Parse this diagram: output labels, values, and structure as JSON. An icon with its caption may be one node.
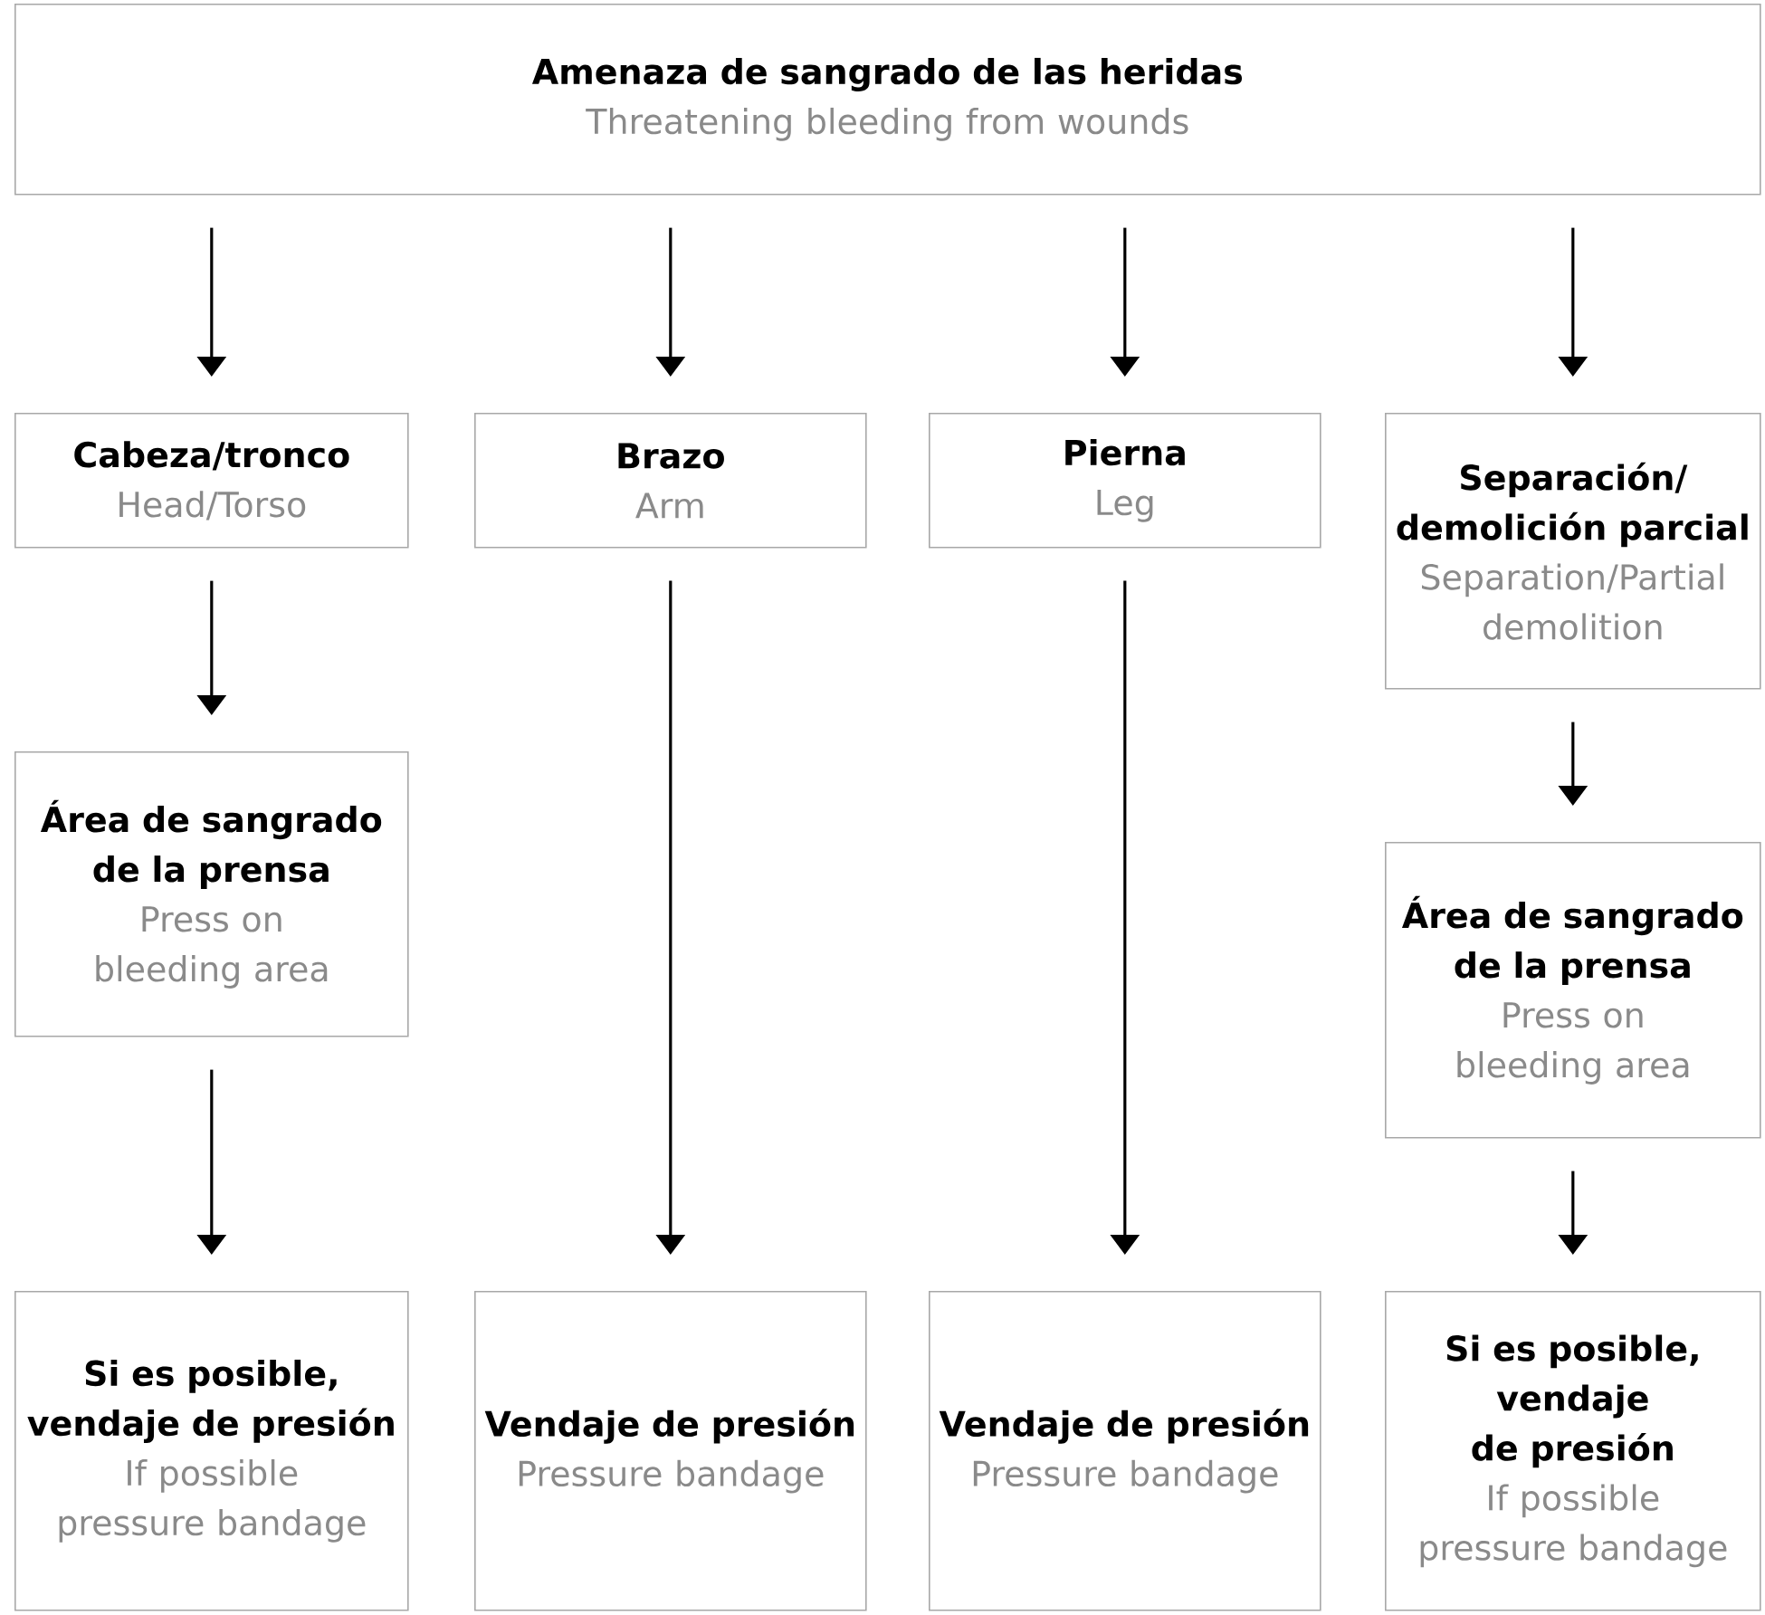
{
  "diagram": {
    "nodes": [
      {
        "text": [
          "Amenaza de sangrado de las heridas",
          "Threatening bleeding from wounds"
        ]
      },
      {
        "text": [
          "Cabeza/tronco",
          "Head/Torso"
        ]
      },
      {
        "text": [
          "Brazo",
          "Arm"
        ]
      },
      {
        "text": [
          "Pierna",
          "Leg"
        ]
      },
      {
        "text": [
          "Separación/ demolición parcial",
          "Separation/Partial demolition"
        ]
      },
      {
        "text": [
          "Área de sangrado de la prensa",
          "Press on bleeding area"
        ]
      },
      {
        "text": [
          "Área de sangrado de la prensa",
          "Press on bleeding area"
        ]
      },
      {
        "text": [
          "Si es posible, vendaje de presión",
          "If possible pressure bandage"
        ]
      },
      {
        "text": [
          "Vendaje de presión",
          "Pressure bandage"
        ]
      },
      {
        "text": [
          "Vendaje de presión",
          "Pressure bandage"
        ]
      },
      {
        "text": [
          "Si es posible, vendaje de presión",
          "If possible pressure bandage"
        ]
      }
    ],
    "edges": [
      {
        "from": 0,
        "to": 1,
        "arrow": "to"
      },
      {
        "from": 0,
        "to": 2,
        "arrow": "to"
      },
      {
        "from": 0,
        "to": 3,
        "arrow": "to"
      },
      {
        "from": 0,
        "to": 4,
        "arrow": "to"
      },
      {
        "from": 1,
        "to": 5,
        "arrow": "to"
      },
      {
        "from": 2,
        "to": 8,
        "arrow": "to"
      },
      {
        "from": 3,
        "to": 9,
        "arrow": "to"
      },
      {
        "from": 4,
        "to": 6,
        "arrow": "to"
      },
      {
        "from": 5,
        "to": 7,
        "arrow": "to"
      },
      {
        "from": 6,
        "to": 10,
        "arrow": "to"
      }
    ]
  }
}
